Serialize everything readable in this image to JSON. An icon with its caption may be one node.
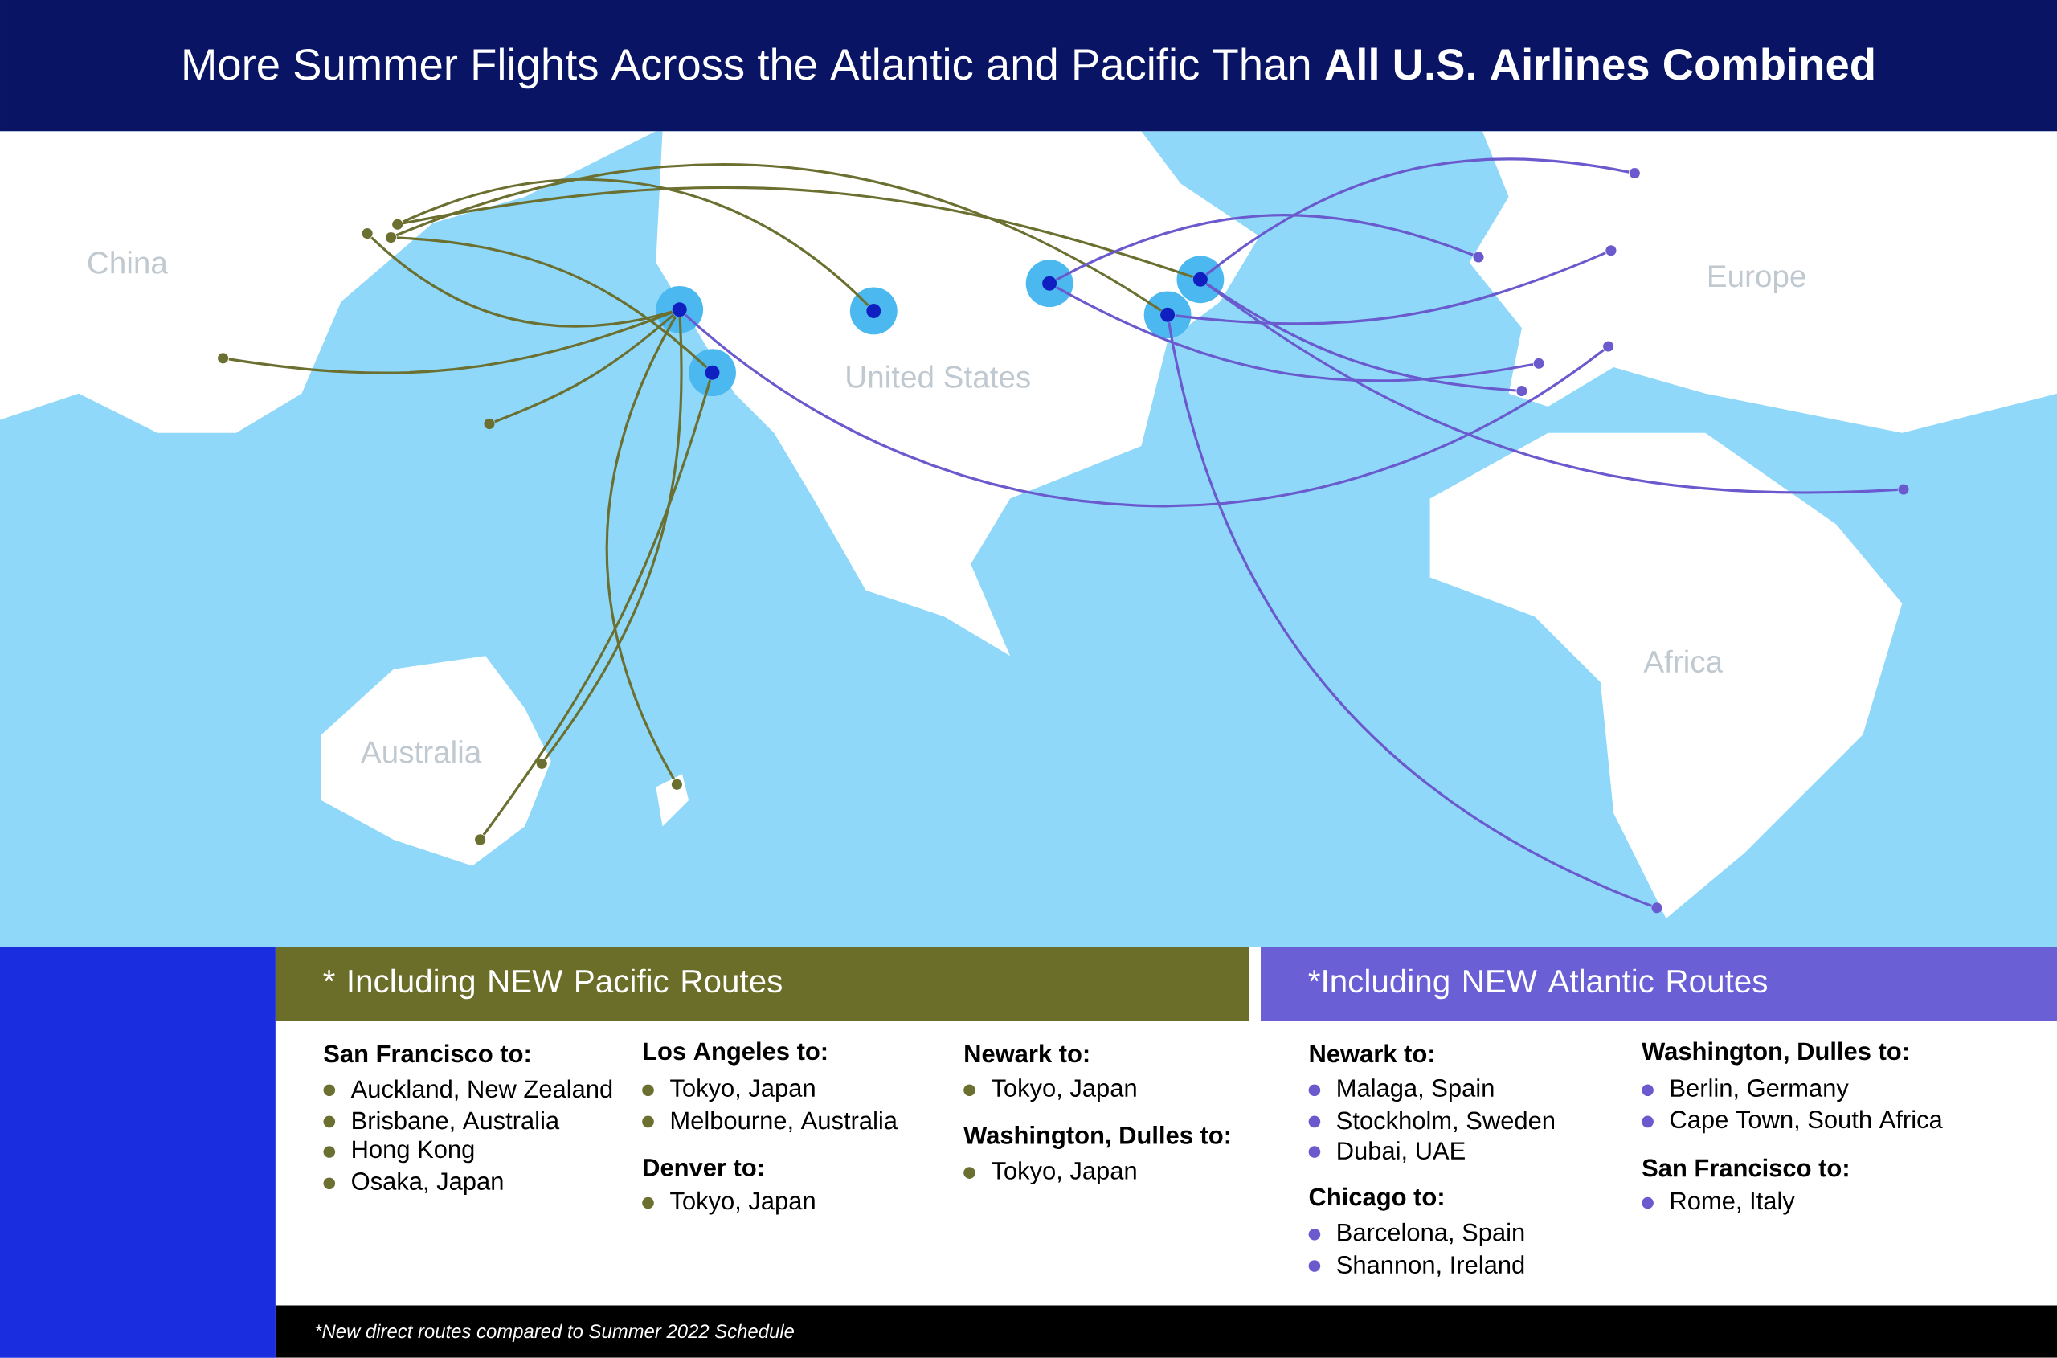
{
  "diagram": {
    "title": "More Summer Flights Across the Atlantic and Pacific Than **All U.S. Airlines Combined**",
    "caption": "*New direct routes compared to Summer 2022 Schedule",
    "nodes": [
      {
        "text": [
          "* Including NEW Pacific Routes"
        ]
      },
      {
        "text": [
          "*Including NEW Atlantic Routes"
        ]
      },
      {
        "text": [],
        "shape": "circle"
      },
      {
        "text": [],
        "shape": "circle"
      },
      {
        "text": [],
        "shape": "circle"
      },
      {
        "text": [],
        "shape": "circle"
      },
      {
        "text": [],
        "shape": "circle"
      },
      {
        "text": [],
        "shape": "circle"
      },
      {
        "text": [],
        "shape": "circle"
      },
      {
        "text": [],
        "shape": "circle"
      },
      {
        "text": [],
        "shape": "circle"
      },
      {
        "text": [],
        "shape": "circle"
      },
      {
        "text": [],
        "shape": "circle"
      },
      {
        "text": [],
        "shape": "circle"
      },
      {
        "text": [],
        "shape": "circle"
      },
      {
        "text": [],
        "shape": "circle"
      },
      {
        "text": [],
        "shape": "circle"
      },
      {
        "text": [],
        "shape": "circle"
      },
      {
        "text": [],
        "shape": "circle"
      },
      {
        "text": [],
        "shape": "circle"
      },
      {
        "text": [],
        "shape": "circle"
      },
      {
        "text": [],
        "shape": "circle"
      },
      {
        "text": [],
        "shape": "circle"
      },
      {
        "text": [],
        "shape": "circle"
      }
    ],
    "edges": [
      {
        "from": 2,
        "to": 8,
        "arrow": "none"
      },
      {
        "from": 2,
        "to": 11,
        "arrow": "none"
      },
      {
        "from": 2,
        "to": 12,
        "arrow": "none"
      },
      {
        "from": 2,
        "to": 13,
        "arrow": "none"
      },
      {
        "from": 2,
        "to": 15,
        "arrow": "none"
      },
      {
        "from": 3,
        "to": 10,
        "arrow": "none"
      },
      {
        "from": 3,
        "to": 14,
        "arrow": "none"
      },
      {
        "from": 4,
        "to": 9,
        "arrow": "none"
      },
      {
        "from": 6,
        "to": 9,
        "arrow": "none"
      },
      {
        "from": 7,
        "to": 10,
        "arrow": "none"
      },
      {
        "from": 6,
        "to": 20,
        "arrow": "none",
        "color": "#6a5acd"
      },
      {
        "from": 6,
        "to": 16,
        "arrow": "none",
        "color": "#6a5acd"
      },
      {
        "from": 6,
        "to": 22,
        "arrow": "none",
        "color": "#6a5acd"
      },
      {
        "from": 5,
        "to": 19,
        "arrow": "none",
        "color": "#6a5acd"
      },
      {
        "from": 5,
        "to": 17,
        "arrow": "none",
        "color": "#6a5acd"
      },
      {
        "from": 7,
        "to": 18,
        "arrow": "none",
        "color": "#6a5acd"
      },
      {
        "from": 7,
        "to": 23,
        "arrow": "none",
        "color": "#6a5acd"
      },
      {
        "from": 2,
        "to": 21,
        "arrow": "none",
        "color": "#6a5acd"
      }
    ],
    "labels": [
      "China",
      "United States",
      "Europe",
      "Africa",
      "Australia",
      "San Francisco to:",
      "Auckland, New Zealand",
      "Brisbane, Australia",
      "Hong Kong",
      "Osaka, Japan",
      "Los Angeles to:",
      "Tokyo, Japan",
      "Melbourne, Australia",
      "Denver to:",
      "Tokyo, Japan",
      "Newark to:",
      "Tokyo, Japan",
      "Washington, Dulles to:",
      "Tokyo, Japan",
      "Newark to:",
      "Malaga, Spain",
      "Stockholm, Sweden",
      "Dubai, UAE",
      "Chicago to:",
      "Barcelona, Spain",
      "Shannon, Ireland",
      "Washington, Dulles to:",
      "Berlin, Germany",
      "Cape Town, South Africa",
      "San Francisco to:",
      "Rome, Italy"
    ]
  }
}
